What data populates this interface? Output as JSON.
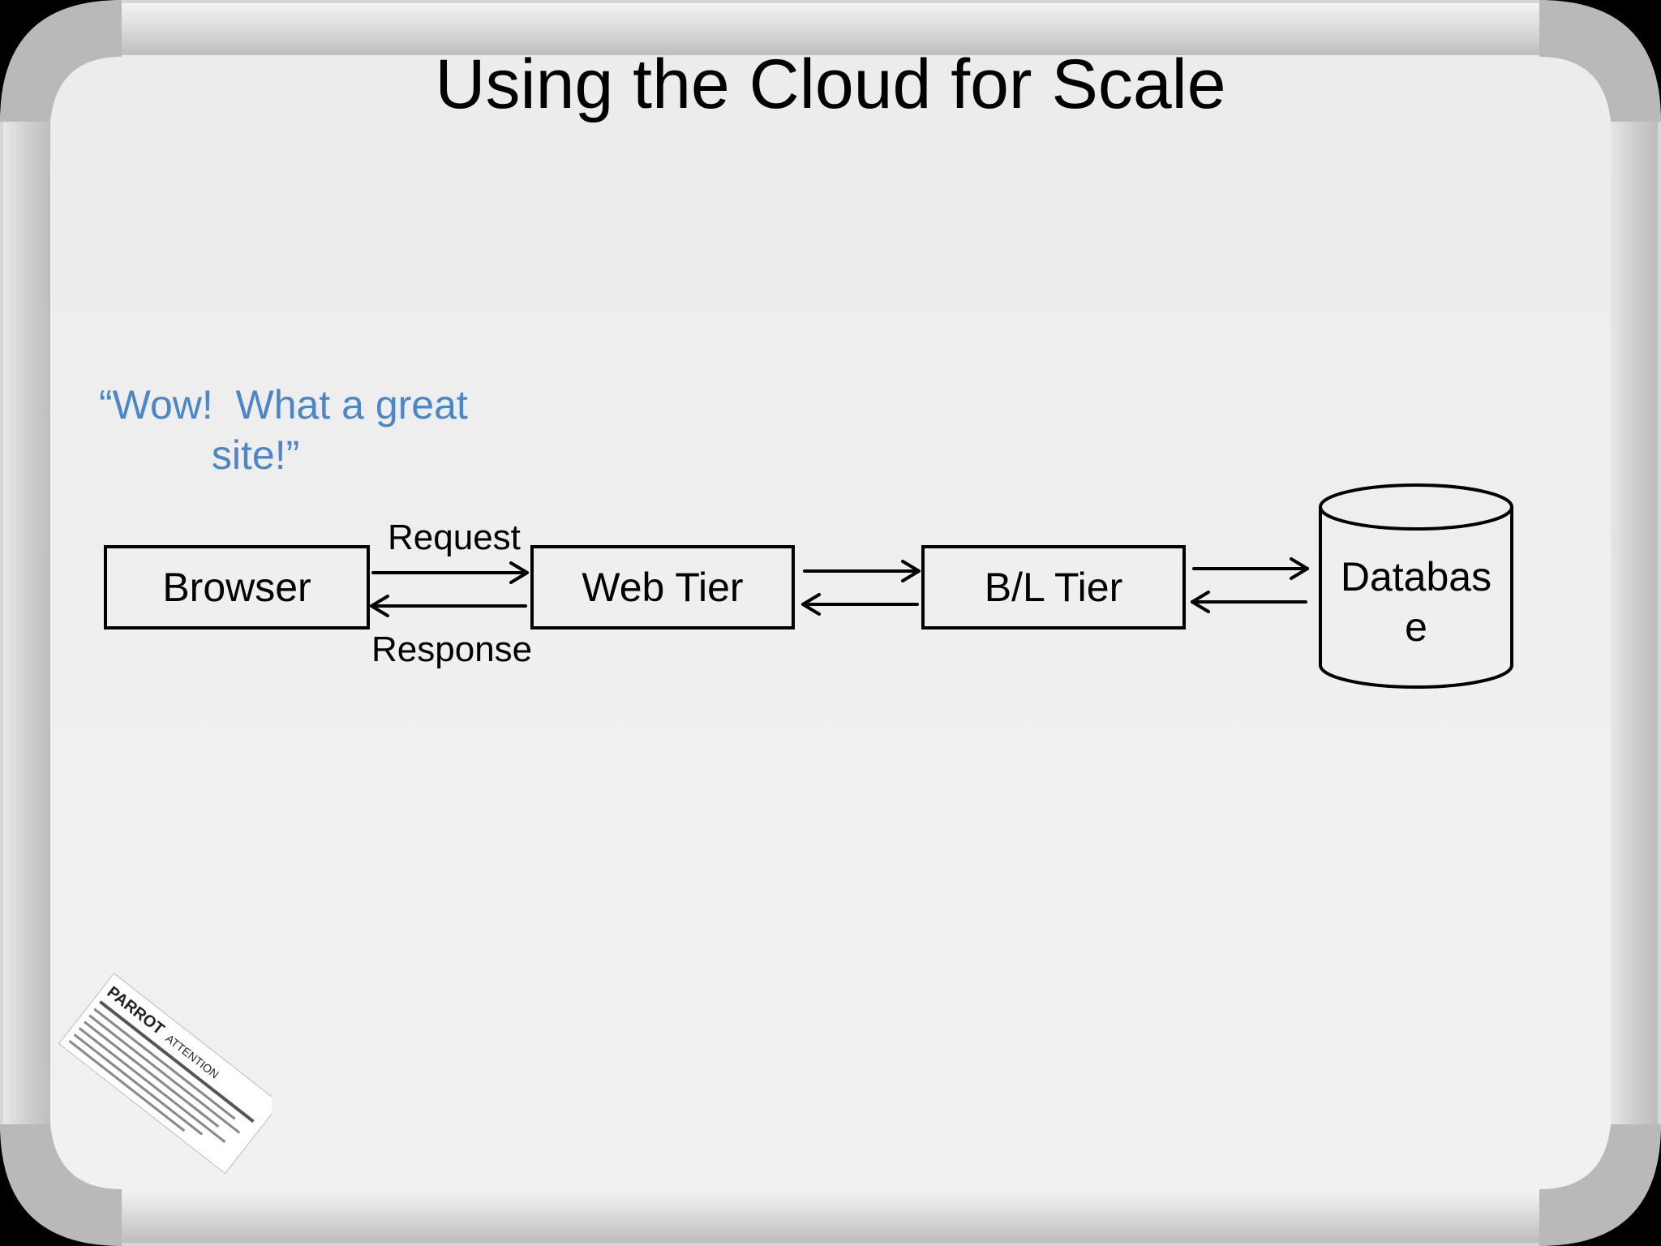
{
  "slide": {
    "title": "Using the Cloud for Scale",
    "quote": "“Wow!  What a great\n          site!”"
  },
  "diagram": {
    "nodes": {
      "browser": "Browser",
      "web_tier": "Web Tier",
      "bl_tier": "B/L Tier",
      "database": "Databas\ne"
    },
    "edges": {
      "request": "Request",
      "response": "Response"
    }
  },
  "board": {
    "brand": "PARROT",
    "sticker_heading": "ATTENTION"
  },
  "colors": {
    "quote": "#4a86c8",
    "board": "#eeeeee",
    "frame": "#c8c8c8"
  }
}
